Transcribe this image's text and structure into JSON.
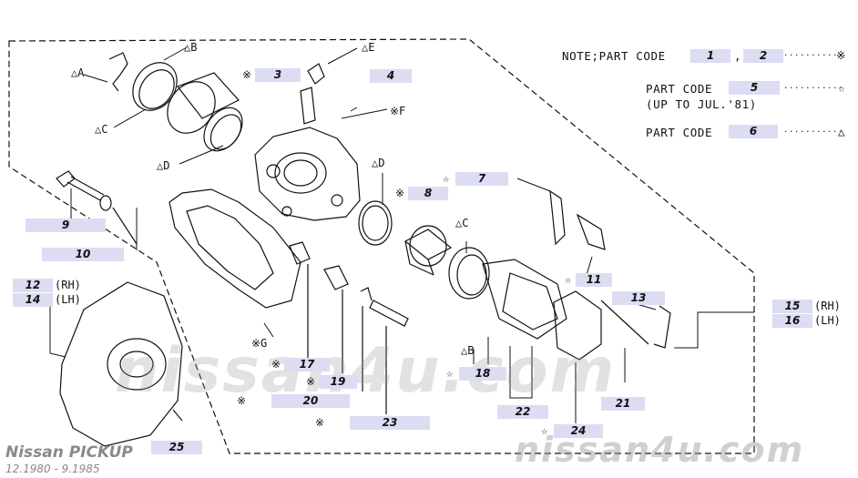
{
  "notes": {
    "line1_prefix": "NOTE;PART CODE",
    "line1_code_a": "1",
    "line1_sep": ",",
    "line1_code_b": "2",
    "line1_dots": "...........",
    "line1_mark": "※",
    "line2_prefix": "PART CODE",
    "line2_code": "5",
    "line2_dots": "...........",
    "line2_mark": "☆",
    "line2_sub": "(UP TO JUL.'81)",
    "line3_prefix": "PART CODE",
    "line3_code": "6",
    "line3_dots": "...........",
    "line3_mark": "△"
  },
  "callouts": {
    "c3": "3",
    "c4": "4",
    "c7": "7",
    "c8": "8",
    "c9": "9",
    "c10": "10",
    "c11": "11",
    "c12": "12",
    "c13": "13",
    "c14": "14",
    "c15": "15",
    "c16": "16",
    "c17": "17",
    "c18": "18",
    "c19": "19",
    "c20": "20",
    "c21": "21",
    "c22": "22",
    "c23": "23",
    "c24": "24",
    "c25": "25"
  },
  "symbols": {
    "triA": "△A",
    "triB": "△B",
    "triC": "△C",
    "triC2": "△C",
    "triD": "△D",
    "triD2": "△D",
    "triE": "△E",
    "triB2": "△B",
    "starF": "※F",
    "starG": "※G",
    "rh": "(RH)",
    "lh": "(LH)",
    "rh2": "(RH)",
    "lh2": "(LH)",
    "k3": "※",
    "k8": "※",
    "k17": "※",
    "k19": "※",
    "k20": "※",
    "k23": "※",
    "s7": "☆",
    "s11": "☆",
    "s18": "☆",
    "s24": "☆"
  },
  "watermark": {
    "big": "nissan4u.com",
    "corner": "nissan4u.com"
  },
  "footer": {
    "model": "Nissan PICKUP",
    "dates": "12.1980 - 9.1985"
  }
}
